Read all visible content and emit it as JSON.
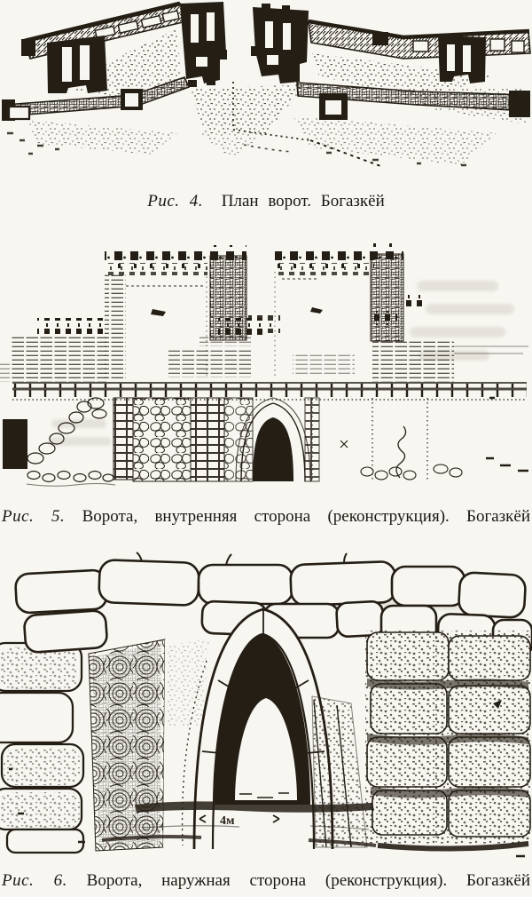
{
  "page": {
    "ink_color": "#241e15",
    "paper_color": "#f7f6f1",
    "description": "Scanned book page with three archaeological figures of the Boghazkoy gate"
  },
  "figures": {
    "fig4": {
      "label": "Рис. 4.",
      "caption": "План ворот. Богазкёй"
    },
    "fig5": {
      "label": "Рис. 5.",
      "caption": "Ворота, внутренняя сторона (реконструкция). Богазкёй"
    },
    "fig6": {
      "label": "Рис. 6.",
      "caption": "Ворота, наружная сторона (реконструкция). Богазкёй",
      "dimension_label": "4м"
    }
  }
}
